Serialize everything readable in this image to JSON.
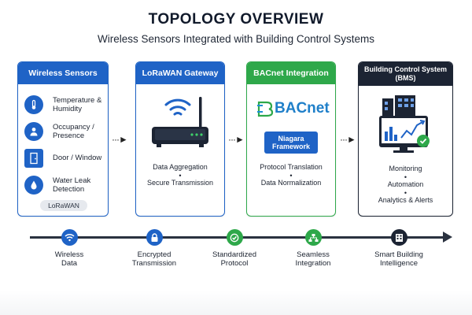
{
  "header": {
    "title": "TOPOLOGY OVERVIEW",
    "subtitle": "Wireless Sensors Integrated with Building Control Systems"
  },
  "cards": {
    "sensors": {
      "title": "Wireless Sensors",
      "items": [
        {
          "label": "Temperature & Humidity",
          "icon": "thermometer-icon"
        },
        {
          "label": "Occupancy / Presence",
          "icon": "person-icon"
        },
        {
          "label": "Door / Window",
          "icon": "door-icon"
        },
        {
          "label": "Water Leak Detection",
          "icon": "water-drop-icon"
        }
      ],
      "badge": "LoRaWAN"
    },
    "gateway": {
      "title": "LoRaWAN Gateway",
      "line1": "Data Aggregation",
      "line2": "Secure Transmission",
      "icon": "gateway-router-icon"
    },
    "bacnet": {
      "title": "BACnet Integration",
      "logo_text": "BACnet",
      "framework": "Niagara Framework",
      "line1": "Protocol Translation",
      "line2": "Data Normalization"
    },
    "bms": {
      "title": "Building Control System (BMS)",
      "line1": "Monitoring",
      "line2": "Automation",
      "line3": "Analytics & Alerts"
    }
  },
  "separator": "•",
  "timeline": [
    {
      "label": "Wireless Data",
      "icon": "wifi-icon",
      "color": "#1f63c6"
    },
    {
      "label": "Encrypted Transmission",
      "icon": "lock-icon",
      "color": "#1f63c6"
    },
    {
      "label": "Standardized Protocol",
      "icon": "check-icon",
      "color": "#2ea84a"
    },
    {
      "label": "Seamless Integration",
      "icon": "network-icon",
      "color": "#2ea84a"
    },
    {
      "label": "Smart Building Intelligence",
      "icon": "building-icon",
      "color": "#1c2433"
    }
  ],
  "colors": {
    "blue": "#1f63c6",
    "green": "#2ea84a",
    "dark": "#1c2433"
  }
}
